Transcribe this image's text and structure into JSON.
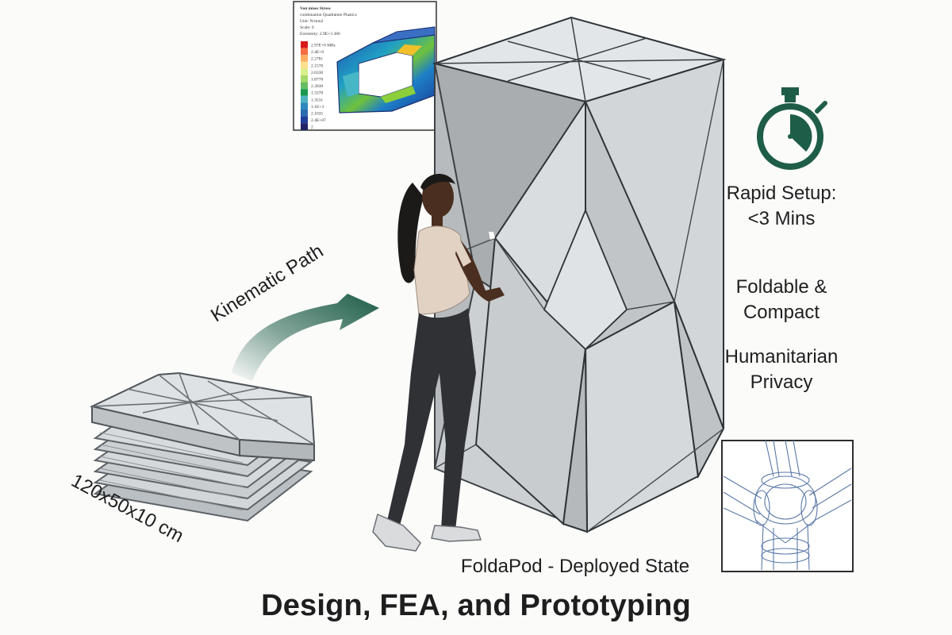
{
  "title": "Design, FEA, and Prototyping",
  "callouts": {
    "rapid_setup": [
      "Rapid Setup:",
      "<3 Mins"
    ],
    "foldable": [
      "Foldable &",
      "Compact"
    ],
    "humanitarian": [
      "Humanitarian",
      "Privacy"
    ],
    "deployed_state": "FoldaPod - Deployed State",
    "kinematic_path": "Kinematic Path",
    "folded_dimensions": "120x50x10 cm"
  },
  "fea_inset": {
    "header_lines": [
      "Von mises Stress",
      "combination Quadrature Plastics",
      "Unit: N/mm2",
      "Scale: 0",
      "Extremity: 2.9E+3 380"
    ],
    "legend_values": [
      "2.97E+0 MPa",
      "2.4E+0",
      "2.2781",
      "2.1578",
      "2.0330",
      "1.8778",
      "2.3030",
      "1.3378",
      "1.3531",
      "1.1E+3",
      "2.1035",
      "2.4E+07",
      "2"
    ],
    "legend_colors": [
      "#d7191c",
      "#f46d43",
      "#fdae61",
      "#fee08b",
      "#d9ef8b",
      "#a6d96a",
      "#66bd63",
      "#1a9850",
      "#4fb3bf",
      "#3288bd",
      "#2b6bb0",
      "#1f3d99",
      "#222266"
    ]
  },
  "colors": {
    "accent_green": "#1e5d48",
    "panel_gray": "#c4c7c9",
    "panel_light": "#d9dcde",
    "title_text": "#1e1e1e"
  },
  "icons": [
    "stopwatch-icon",
    "curved-arrow-icon",
    "fea-inset-figure",
    "joint-wireframe-figure",
    "person-figure",
    "folded-stack-figure",
    "pod-figure"
  ]
}
